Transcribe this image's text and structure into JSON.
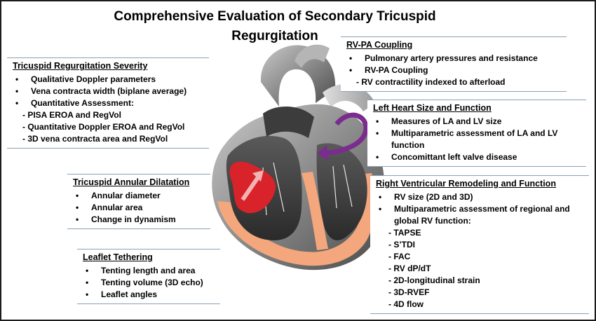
{
  "title_line1": "Comprehensive Evaluation of Secondary Tricuspid",
  "title_line2": "Regurgitation",
  "panels": {
    "tr_severity": {
      "heading": "Tricuspid Regurgitation Severity",
      "bullets": [
        "Qualitative Doppler parameters",
        "Vena contracta width (biplane average)",
        "Quantitative Assessment:"
      ],
      "subs": [
        "- PISA EROA and RegVol",
        "- Quantitative Doppler EROA and RegVol",
        "- 3D vena contracta area and RegVol"
      ]
    },
    "annular": {
      "heading": "Tricuspid Annular Dilatation",
      "bullets": [
        "Annular diameter",
        "Annular area",
        "Change in dynamism"
      ]
    },
    "leaflet": {
      "heading": "Leaflet Tethering",
      "bullets": [
        "Tenting length and area",
        "Tenting volume (3D echo)",
        "Leaflet angles"
      ]
    },
    "rvpa": {
      "heading": "RV-PA Coupling",
      "bullets": [
        "Pulmonary artery pressures and resistance",
        "RV-PA Coupling"
      ],
      "subs": [
        "- RV contractility indexed to afterload"
      ]
    },
    "left_heart": {
      "heading": "Left Heart Size and Function",
      "bullets": [
        "Measures of LA and LV size",
        "Multiparametric assessment of LA and LV",
        "Concomittant left valve disease"
      ],
      "bullet2_cont": "function"
    },
    "rv_remodel": {
      "heading": "Right Ventricular Remodeling and Function",
      "bullets": [
        "RV size (2D and 3D)",
        "Multiparametric assessment of regional and"
      ],
      "bullet2_cont": "global RV function:",
      "subs": [
        "- TAPSE",
        "- S’TDI",
        "- FAC",
        "- RV dP/dT",
        "- 2D-longitudinal strain",
        "- 3D-RVEF",
        "- 4D flow"
      ]
    }
  },
  "colors": {
    "regurgitant_jet": "#d8232a",
    "myocardium": "#f4a77c",
    "flow_arrow": "#7b2c8f",
    "panel_rule": "#8aa0b5"
  }
}
